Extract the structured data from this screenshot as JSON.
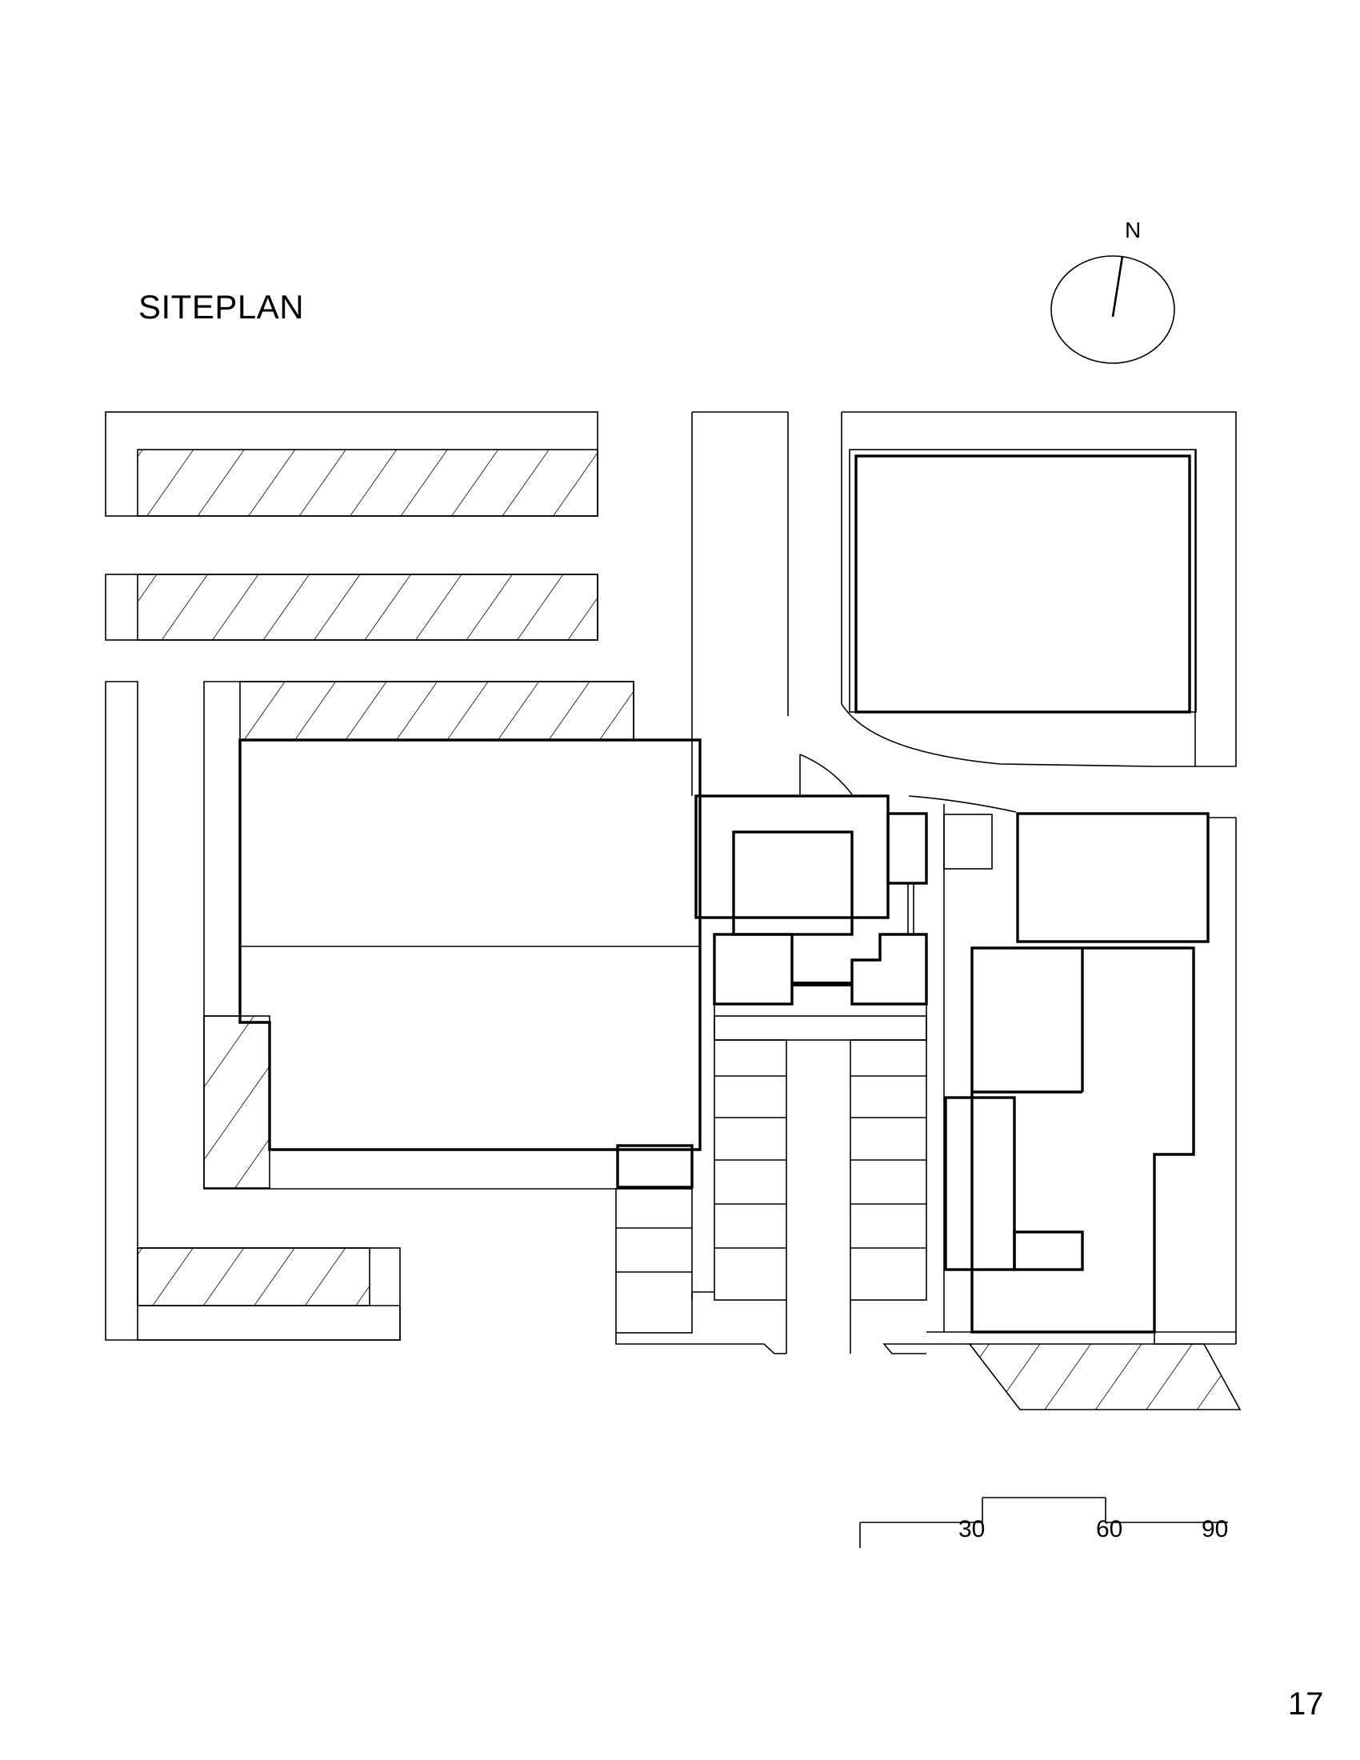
{
  "title": "SITEPLAN",
  "north_arrow": {
    "label": "N"
  },
  "scale_bar": {
    "labels": [
      "30",
      "60",
      "90"
    ]
  },
  "page_number": "17",
  "icons": {
    "north_arrow": "north-arrow-icon",
    "hatch": "diagonal-hatch"
  }
}
